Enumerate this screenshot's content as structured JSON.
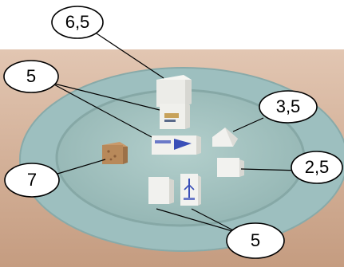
{
  "photo": {
    "subject": "tray-with-cubes",
    "colors": {
      "background": "#ffffff",
      "tabletop": "#c9a48a",
      "tray_rim": "#9dbfbf",
      "tray_well": "#a9c7c4",
      "cube_white": "#f2f2ee",
      "cube_tan": "#b8895a",
      "label_accent": "#3a4fb8",
      "outline": "#000000"
    }
  },
  "callouts": [
    {
      "id": "top",
      "text": "6,5"
    },
    {
      "id": "upper-left",
      "text": "5"
    },
    {
      "id": "right-upper",
      "text": "3,5"
    },
    {
      "id": "right-lower",
      "text": "2,5"
    },
    {
      "id": "left",
      "text": "7"
    },
    {
      "id": "bottom",
      "text": "5"
    }
  ]
}
